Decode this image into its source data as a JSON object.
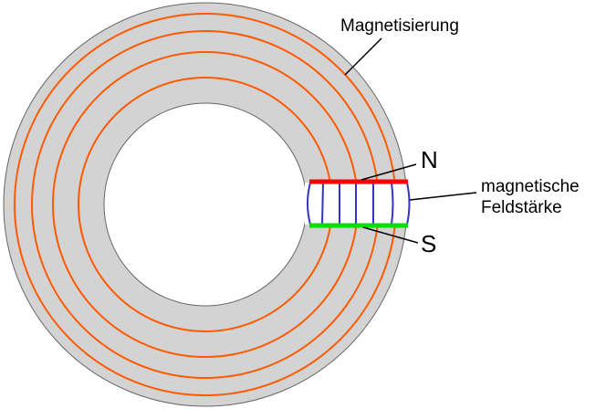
{
  "labels": {
    "magnetization": "Magnetisierung",
    "north": "N",
    "south": "S",
    "field_line1": "magnetische",
    "field_line2": "Feldstärke"
  },
  "colors": {
    "ring": "#d3d3d3",
    "magnetization_lines": "#ff5a00",
    "field_lines": "#3333cc",
    "north_pole": "#ff0000",
    "south_pole": "#00dd00"
  }
}
